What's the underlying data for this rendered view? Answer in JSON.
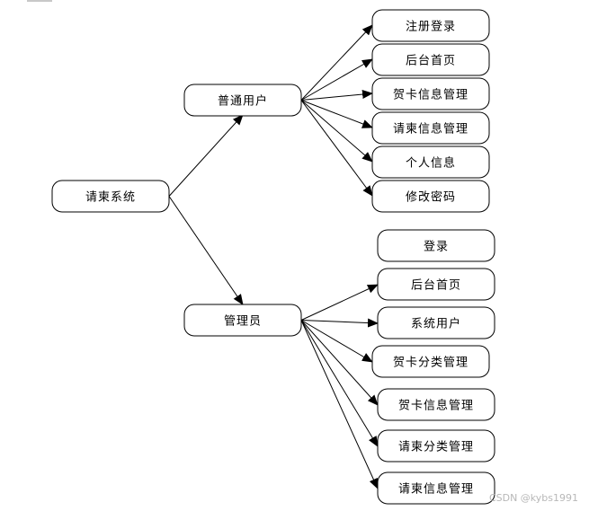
{
  "diagram": {
    "root": {
      "id": "root",
      "label": "请柬系统"
    },
    "branches": [
      {
        "id": "user",
        "label": "普通用户",
        "children": [
          {
            "id": "u1",
            "label": "注册登录"
          },
          {
            "id": "u2",
            "label": "后台首页"
          },
          {
            "id": "u3",
            "label": "贺卡信息管理"
          },
          {
            "id": "u4",
            "label": "请柬信息管理"
          },
          {
            "id": "u5",
            "label": "个人信息"
          },
          {
            "id": "u6",
            "label": "修改密码"
          }
        ]
      },
      {
        "id": "admin",
        "label": "管理员",
        "children": [
          {
            "id": "a1",
            "label": "登录"
          },
          {
            "id": "a2",
            "label": "后台首页"
          },
          {
            "id": "a3",
            "label": "系统用户"
          },
          {
            "id": "a4",
            "label": "贺卡分类管理"
          },
          {
            "id": "a5",
            "label": "贺卡信息管理"
          },
          {
            "id": "a6",
            "label": "请柬分类管理"
          },
          {
            "id": "a7",
            "label": "请柬信息管理"
          }
        ]
      }
    ]
  },
  "watermark": "CSDN @kybs1991"
}
